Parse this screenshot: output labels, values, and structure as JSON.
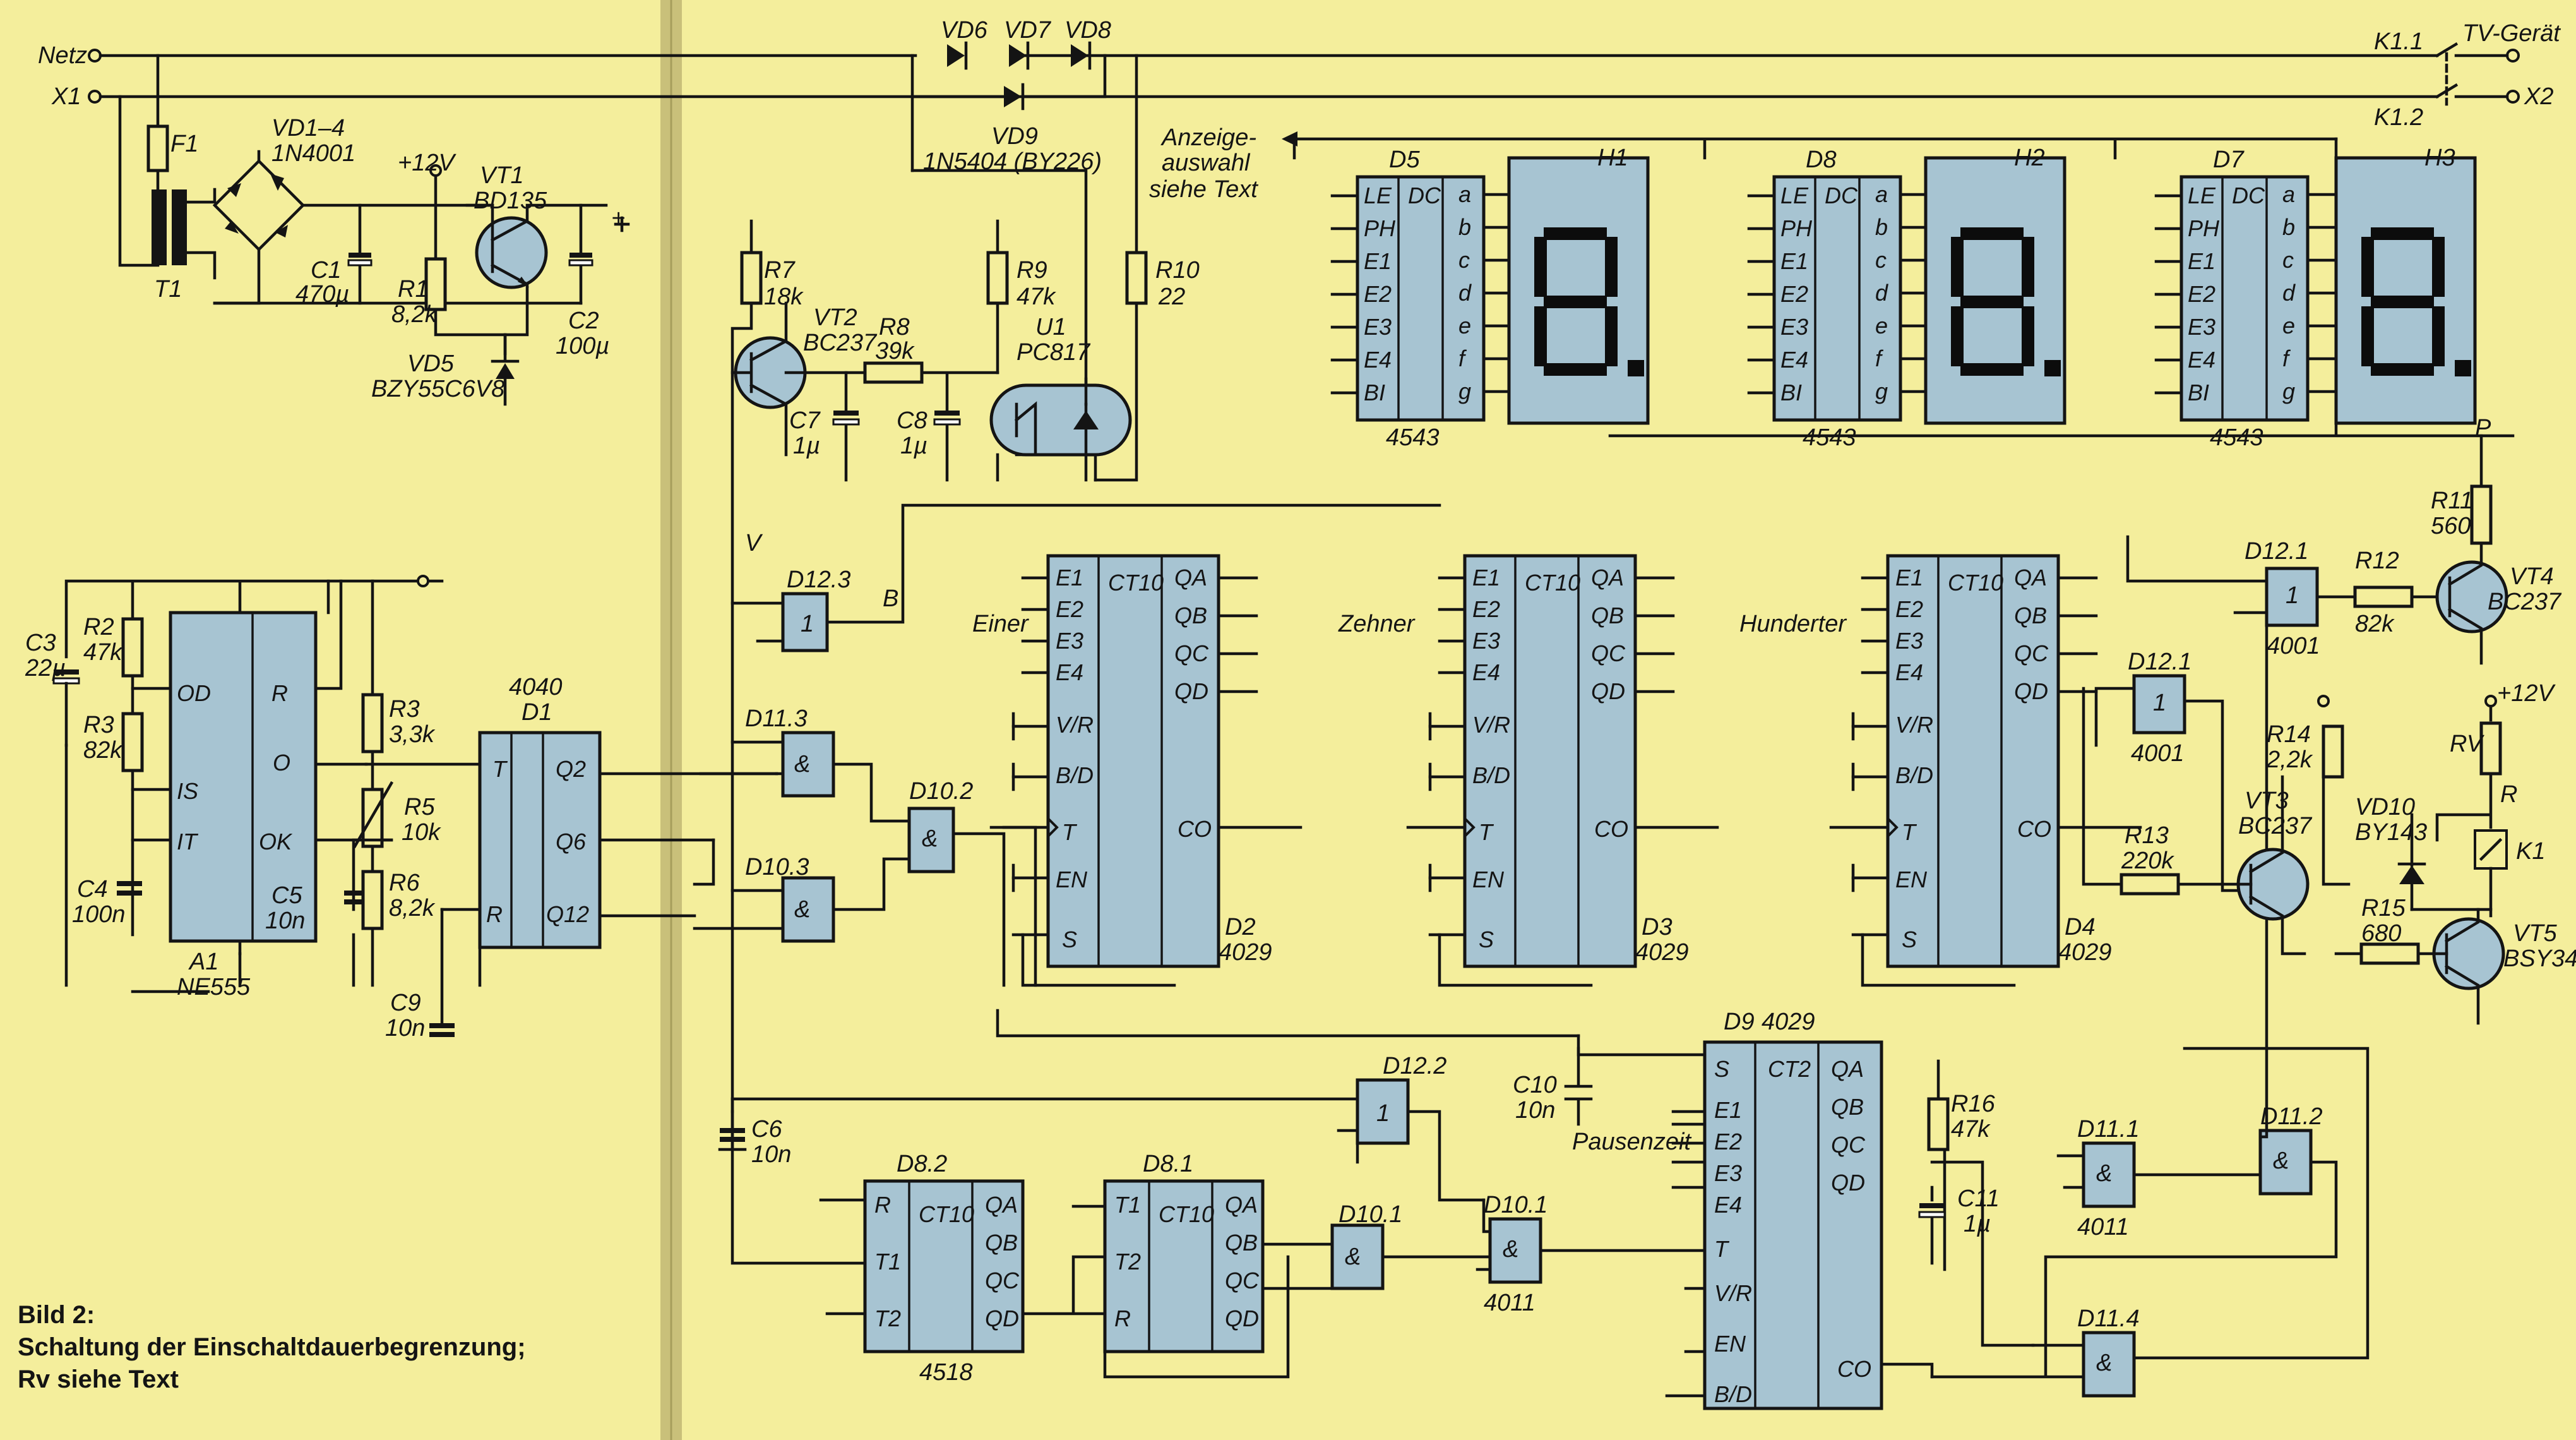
{
  "figure": {
    "caption_line1": "Bild 2:",
    "caption_line2": "Schaltung der Einschaltdauerbegrenzung;",
    "caption_line3": "Rv siehe Text"
  },
  "terminals": {
    "netz": "Netz",
    "x1": "X1",
    "x2": "X2",
    "tv": "TV-Gerät",
    "k11": "K1.1",
    "k12": "K1.2",
    "anzeige1": "Anzeige-",
    "anzeige2": "auswahl",
    "anzeige3": "siehe Text",
    "p": "P",
    "v": "V",
    "b": "B",
    "r": "R",
    "plus12": "+12V",
    "plus": "+"
  },
  "power": {
    "f1": "F1",
    "t1": "T1",
    "vd14": "VD1–4",
    "vd14_type": "1N4001",
    "c1": "C1",
    "c1_val": "470µ",
    "r1": "R1",
    "r1_val": "8,2k",
    "vt1": "VT1",
    "vt1_type": "BD135",
    "vd5": "VD5",
    "vd5_type": "BZY55C6V8",
    "c2": "C2",
    "c2_val": "100µ"
  },
  "diodes": {
    "vd6": "VD6",
    "vd7": "VD7",
    "vd8": "VD8",
    "vd9": "VD9",
    "vd9_type": "1N5404 (BY226)"
  },
  "input": {
    "r7": "R7",
    "r7_val": "18k",
    "vt2": "VT2",
    "vt2_type": "BC237",
    "r8": "R8",
    "r8_val": "39k",
    "c7": "C7",
    "c7_val": "1µ",
    "c8": "C8",
    "c8_val": "1µ",
    "r9": "R9",
    "r9_val": "47k",
    "u1": "U1",
    "u1_type": "PC817",
    "r10": "R10",
    "r10_val": "22"
  },
  "timer": {
    "c3": "C3",
    "c3_val": "22µ",
    "r2": "R2",
    "r2_val": "47k",
    "r3": "R3",
    "r3_val": "82k",
    "c4": "C4",
    "c4_val": "100n",
    "a1": "A1",
    "a1_type": "NE555",
    "r3b": "R3",
    "r3b_val": "3,3k",
    "r5": "R5",
    "r5_val": "10k",
    "r6": "R6",
    "r6_val": "8,2k",
    "c5": "C5",
    "c5_val": "10n",
    "d1": "D1",
    "d1_type": "4040",
    "c9": "C9",
    "c9_val": "10n",
    "pin_od": "OD",
    "pin_is": "IS",
    "pin_it": "IT",
    "pin_r": "R",
    "pin_o": "O",
    "pin_ok": "OK",
    "pin_t": "T",
    "pin_q2": "Q2",
    "pin_q6": "Q6",
    "pin_q12": "Q12",
    "pin_rr": "R"
  },
  "gates": {
    "d123": "D12.3",
    "d113": "D11.3",
    "d103": "D10.3",
    "d102": "D10.2",
    "d121a": "D12.1",
    "d121b": "D12.1",
    "d121b_type": "4001",
    "d121a_type": "4001",
    "d122": "D12.2",
    "d101": "D10.1",
    "d101_type": "4011",
    "d111": "D11.1",
    "d111_type": "4011",
    "d112": "D11.2",
    "d114": "D11.4",
    "one": "1",
    "and": "&"
  },
  "counters": {
    "ct10": "CT10",
    "ct2": "CT2",
    "einer": "Einer",
    "zehner": "Zehner",
    "hunderter": "Hunderter",
    "d2": "D2",
    "d3": "D3",
    "d4": "D4",
    "d9": "D9",
    "type4029": "4029",
    "d82": "D8.2",
    "d81": "D8.1",
    "type4518": "4518",
    "pausenzeit": "Pausenzeit",
    "c10": "C10",
    "c10_val": "10n",
    "r16": "R16",
    "r16_val": "47k",
    "c11": "C11",
    "c11_val": "1µ",
    "c6": "C6",
    "c6_val": "10n"
  },
  "decoders": {
    "d5": "D5",
    "d8": "D8",
    "d7": "D7",
    "type4543": "4543",
    "h1": "H1",
    "h2": "H2",
    "h3": "H3",
    "le": "LE",
    "ph": "PH",
    "e1": "E1",
    "e2": "E2",
    "e3": "E3",
    "e4": "E4",
    "bi": "BI",
    "dc": "DC",
    "a": "a",
    "b": "b",
    "c": "c",
    "d": "d",
    "e": "e",
    "f": "f",
    "g": "g"
  },
  "outputs": {
    "r11": "R11",
    "r11_val": "560",
    "r12": "R12",
    "r12_val": "82k",
    "vt4": "VT4",
    "vt4_type": "BC237",
    "r14": "R14",
    "r14_val": "2,2k",
    "rv": "RV",
    "vd10": "VD10",
    "vd10_type": "BY143",
    "k1": "K1",
    "r13": "R13",
    "r13_val": "220k",
    "vt3": "VT3",
    "vt3_type": "BC237",
    "r15": "R15",
    "r15_val": "680",
    "vt5": "VT5",
    "vt5_type": "BSY34"
  },
  "counter_pins": {
    "e1": "E1",
    "e2": "E2",
    "e3": "E3",
    "e4": "E4",
    "vr": "V/R",
    "bd": "B/D",
    "t": "T",
    "en": "EN",
    "s": "S",
    "qa": "QA",
    "qb": "QB",
    "qc": "QC",
    "qd": "QD",
    "co": "CO",
    "t1": "T1",
    "t2": "T2"
  }
}
